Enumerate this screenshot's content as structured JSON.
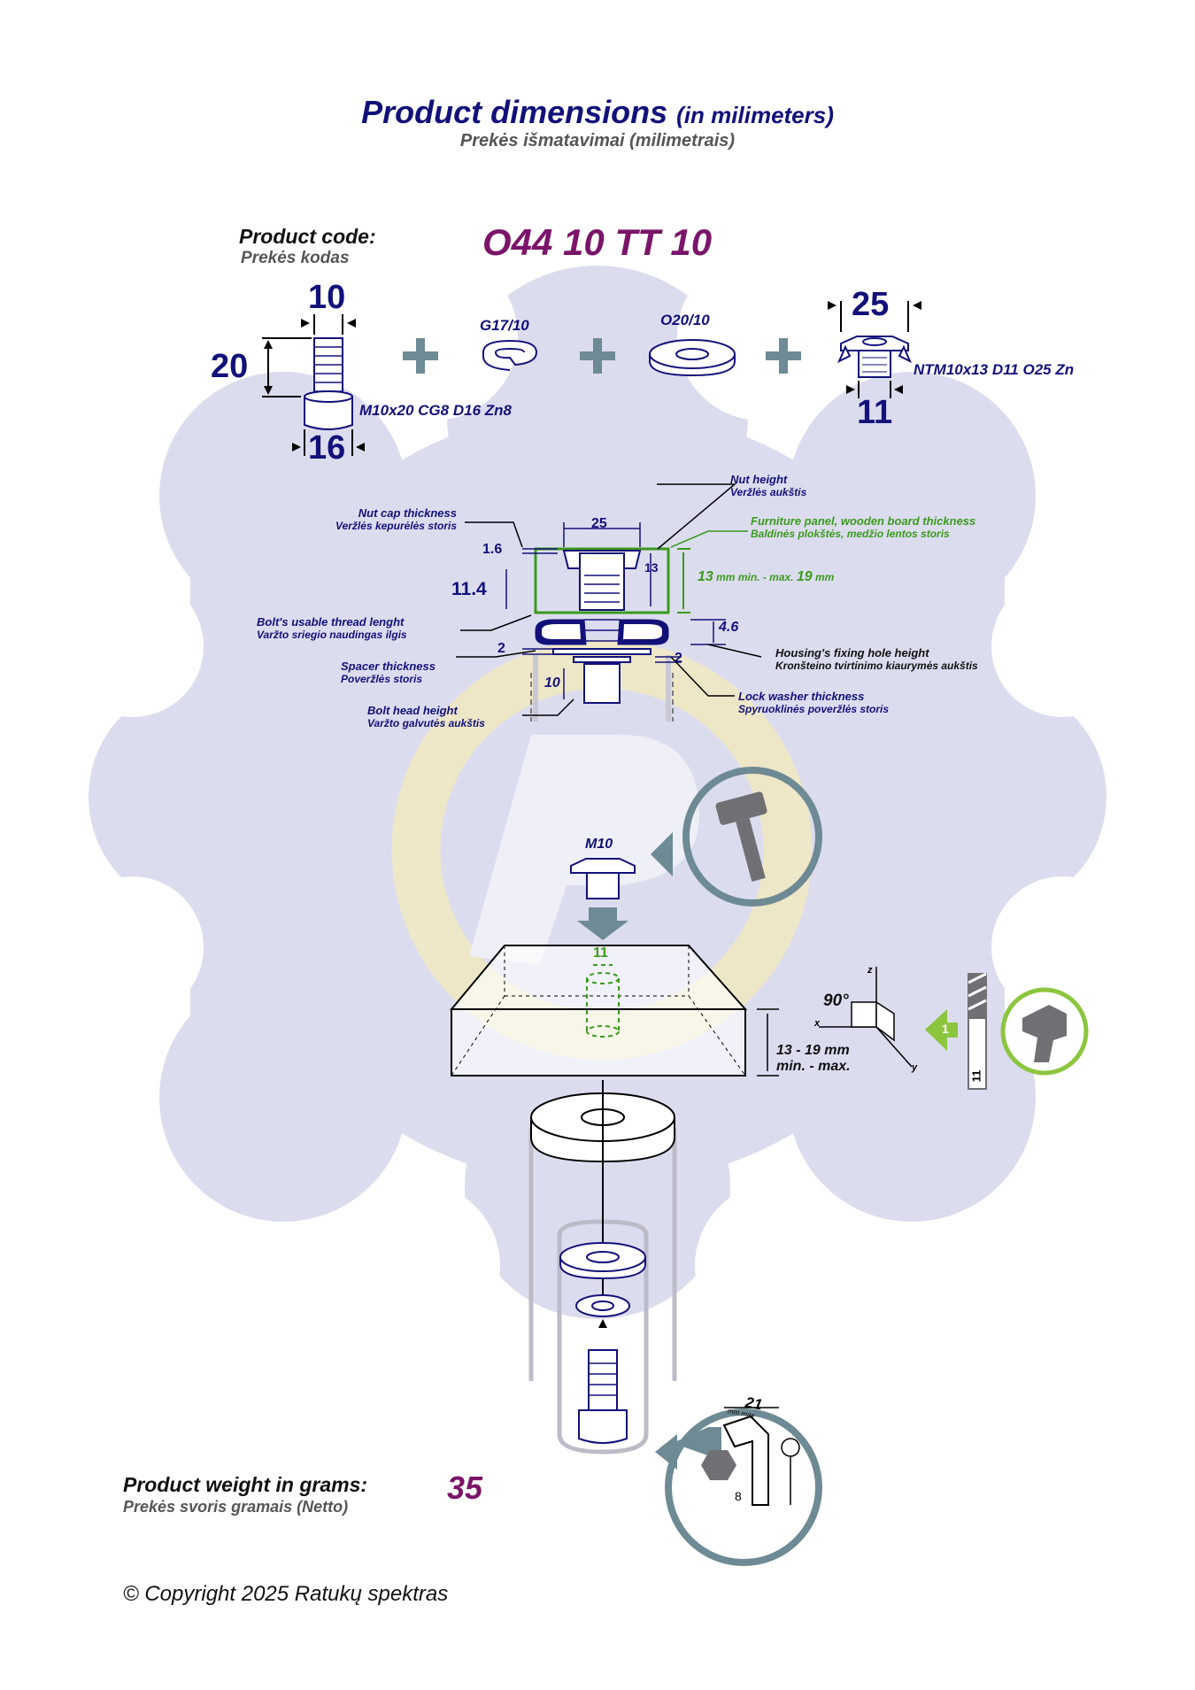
{
  "header": {
    "title": "Product dimensions",
    "title_unit": "(in milimeters)",
    "subtitle": "Prekės išmatavimai (milimetrais)"
  },
  "product": {
    "code_label": "Product code:",
    "code_label_lt": "Prekės kodas",
    "code": "O44 10 TT 10",
    "weight_label": "Product weight in grams:",
    "weight_label_lt": "Prekės svoris gramais (Netto)",
    "weight": "35"
  },
  "components": {
    "bolt": {
      "top": "10",
      "length": "20",
      "bottom": "16",
      "name": "M10x20 CG8 D16 Zn8"
    },
    "lock_washer": {
      "name": "G17/10"
    },
    "washer": {
      "name": "O20/10"
    },
    "tee_nut": {
      "top": "25",
      "bottom": "11",
      "name": "NTM10x13 D11 O25 Zn"
    },
    "plus": "+"
  },
  "assembly": {
    "nut_height": "Nut height",
    "nut_height_lt": "Veržlės aukštis",
    "nut_cap": "Nut cap thickness",
    "nut_cap_lt": "Veržlės kepurėlės storis",
    "panel": "Furniture panel, wooden board thickness",
    "panel_lt": "Baldinės plokštės, medžio lentos storis",
    "thread": "Bolt's usable thread lenght",
    "thread_lt": "Varžto sriegio naudingas ilgis",
    "spacer": "Spacer thickness",
    "spacer_lt": "Poveržlės storis",
    "bolt_head": "Bolt head height",
    "bolt_head_lt": "Varžto galvutės aukštis",
    "housing": "Housing's fixing hole height",
    "housing_lt": "Kronšteino tvirtinimo kiaurymės aukštis",
    "lock_washer": "Lock washer thickness",
    "lock_washer_lt": "Spyruoklinės poveržlės storis",
    "d_25": "25",
    "d_16": "1.6",
    "d_13": "13",
    "d_114": "11.4",
    "d_46": "4.6",
    "d_2a": "2",
    "d_2b": "2",
    "d_10": "10",
    "panel_min_val": "13",
    "panel_min": "mm min. - max.",
    "panel_max_val": "19",
    "panel_mm": "mm"
  },
  "install": {
    "nut_label": "M10",
    "hole": "11",
    "thickness": "13 - 19 mm",
    "minmax": "min. - max.",
    "angle": "90°",
    "axis_x": "x",
    "axis_y": "y",
    "axis_z": "z",
    "step": "1",
    "drill_size": "11",
    "key_size": "21",
    "key_note": "mm max",
    "hex": "8"
  },
  "footer": {
    "copyright": "© Copyright 2025 Ratukų spektras"
  },
  "colors": {
    "navy": "#12117a",
    "plum": "#7a1569",
    "green": "#3a9a1c",
    "blob": "#dcdcef",
    "steel": "#6e8a94"
  }
}
